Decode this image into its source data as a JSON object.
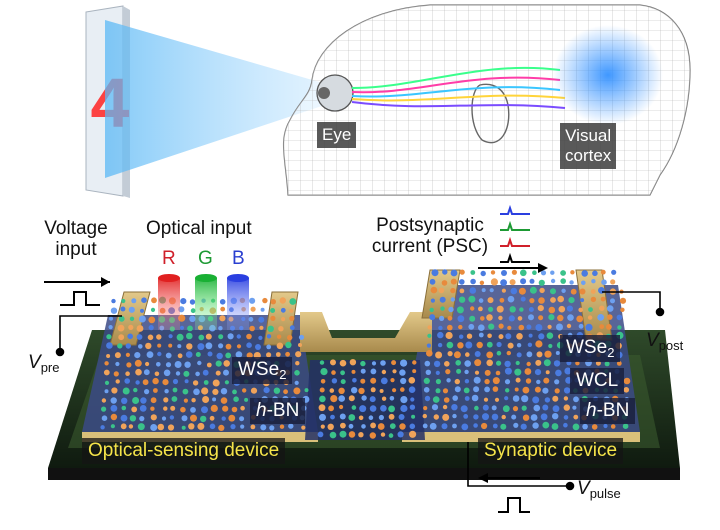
{
  "top_panel": {
    "chart_number": "4",
    "eye_label": "Eye",
    "cortex_label_line1": "Visual",
    "cortex_label_line2": "cortex"
  },
  "bottom_panel": {
    "voltage_input_line1": "Voltage",
    "voltage_input_line2": "input",
    "optical_input": "Optical input",
    "rgb": [
      "R",
      "G",
      "B"
    ],
    "rgb_colors": [
      "#d0202a",
      "#1d9a34",
      "#2a3fd0"
    ],
    "psc_line1": "Postsynaptic",
    "psc_line2": "current (PSC)",
    "v_pre": "V",
    "v_pre_sub": "pre",
    "v_post": "V",
    "v_post_sub": "post",
    "v_pulse": "V",
    "v_pulse_sub": "pulse",
    "left_layers": {
      "wse2": "WSe",
      "wse2_sub": "2",
      "hbn_prefix": "h",
      "hbn_rest": "-BN"
    },
    "right_layers": {
      "wse2": "WSe",
      "wse2_sub": "2",
      "wcl": "WCL",
      "hbn_prefix": "h",
      "hbn_rest": "-BN"
    },
    "left_device": "Optical-sensing device",
    "right_device": "Synaptic device"
  }
}
